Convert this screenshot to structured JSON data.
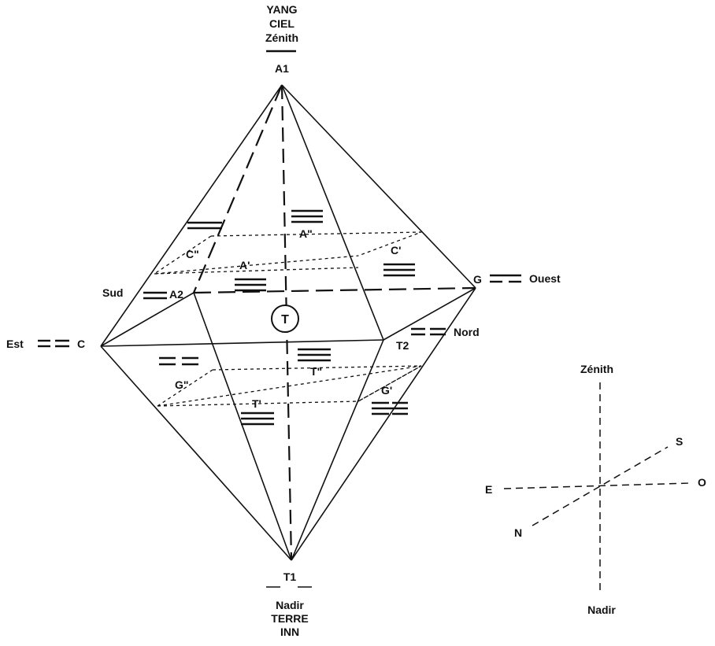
{
  "labels": {
    "top_yang": "YANG",
    "top_ciel": "CIEL",
    "top_zenith": "Zénith",
    "a1": "A1",
    "bottom_nadir": "Nadir",
    "bottom_terre": "TERRE",
    "bottom_inn": "INN",
    "t1": "T1",
    "est": "Est",
    "c": "C",
    "g": "G",
    "ouest": "Ouest",
    "sud": "Sud",
    "a2": "A2",
    "t2": "T2",
    "nord": "Nord",
    "t_center": "T",
    "a_dbl": "A\"",
    "a_sgl": "A'",
    "c_dbl": "C\"",
    "c_sgl": "C'",
    "g_dbl": "G\"",
    "g_sgl": "G'",
    "t_dbl": "T\"",
    "t_sgl": "T'"
  },
  "compass": {
    "zenith": "Zénith",
    "nadir": "Nadir",
    "e": "E",
    "o": "O",
    "n": "N",
    "s": "S"
  }
}
